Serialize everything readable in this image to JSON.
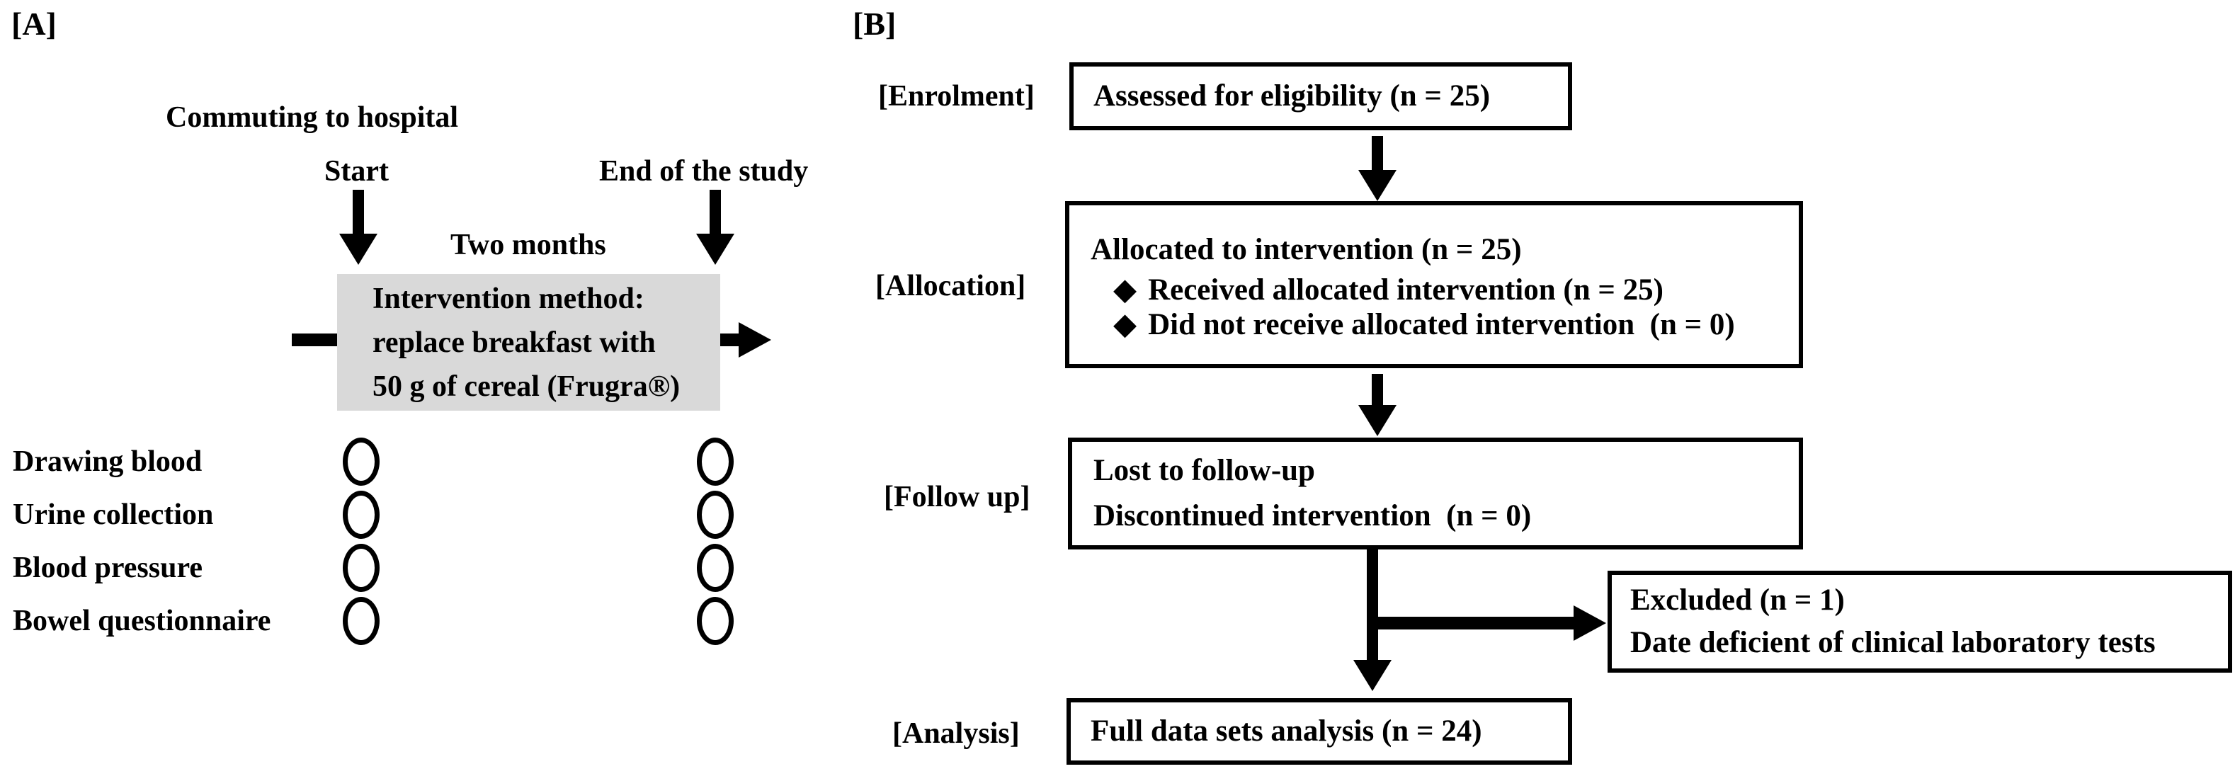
{
  "colors": {
    "ink": "#000000",
    "intervention_box_bg": "#d9d9d9",
    "box_border": "#000000",
    "background": "#ffffff"
  },
  "panelA": {
    "label": "[A]",
    "header": "Commuting to hospital",
    "timeline": {
      "start": "Start",
      "end": "End of the study",
      "duration": "Two months"
    },
    "intervention": {
      "line1": "Intervention method:",
      "line2": "replace breakfast with",
      "line3": "50 g of cereal (Frugra®)"
    },
    "measurements": [
      {
        "label": "Drawing blood"
      },
      {
        "label": "Urine collection"
      },
      {
        "label": "Blood pressure"
      },
      {
        "label": "Bowel questionnaire"
      }
    ]
  },
  "panelB": {
    "label": "[B]",
    "bullet": "◆",
    "stages": {
      "enrolment": {
        "label": "[Enrolment]",
        "box_line1": "Assessed for eligibility (n = 25)"
      },
      "allocation": {
        "label": "[Allocation]",
        "title": "Allocated to intervention (n = 25)",
        "bullets": [
          "Received allocated intervention (n = 25)",
          "Did not receive allocated intervention  (n = 0)"
        ]
      },
      "followup": {
        "label": "[Follow up]",
        "line1": "Lost to follow-up",
        "line2": "Discontinued intervention  (n = 0)"
      },
      "excluded": {
        "line1": "Excluded (n = 1)",
        "line2": "Date deficient of clinical laboratory tests"
      },
      "analysis": {
        "label": "[Analysis]",
        "box_line1": "Full data sets analysis (n = 24)"
      }
    }
  }
}
